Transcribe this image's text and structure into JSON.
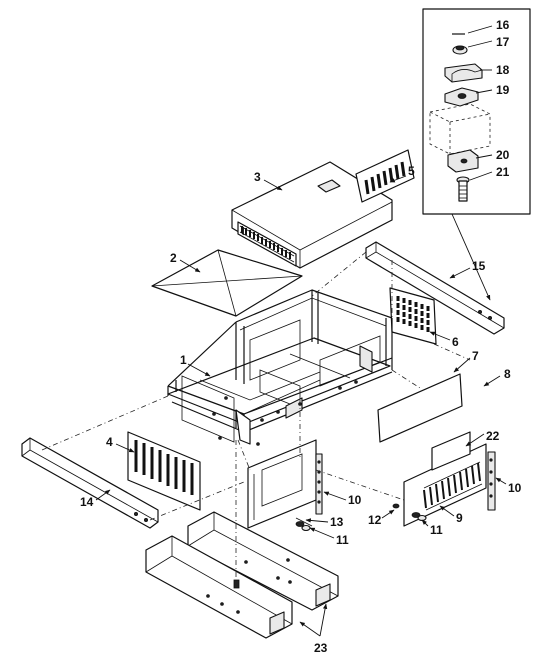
{
  "callouts": [
    {
      "id": "c1",
      "text": "1"
    },
    {
      "id": "c2",
      "text": "2"
    },
    {
      "id": "c3",
      "text": "3"
    },
    {
      "id": "c4",
      "text": "4"
    },
    {
      "id": "c5",
      "text": "5"
    },
    {
      "id": "c6",
      "text": "6"
    },
    {
      "id": "c7",
      "text": "7"
    },
    {
      "id": "c8",
      "text": "8"
    },
    {
      "id": "c9",
      "text": "9"
    },
    {
      "id": "c10a",
      "text": "10"
    },
    {
      "id": "c10b",
      "text": "10"
    },
    {
      "id": "c11a",
      "text": "11"
    },
    {
      "id": "c11b",
      "text": "11"
    },
    {
      "id": "c12",
      "text": "12"
    },
    {
      "id": "c13",
      "text": "13"
    },
    {
      "id": "c14",
      "text": "14"
    },
    {
      "id": "c15",
      "text": "15"
    },
    {
      "id": "c16",
      "text": "16"
    },
    {
      "id": "c17",
      "text": "17"
    },
    {
      "id": "c18",
      "text": "18"
    },
    {
      "id": "c19",
      "text": "19"
    },
    {
      "id": "c20",
      "text": "20"
    },
    {
      "id": "c21",
      "text": "21"
    },
    {
      "id": "c22",
      "text": "22"
    },
    {
      "id": "c23",
      "text": "23"
    }
  ]
}
